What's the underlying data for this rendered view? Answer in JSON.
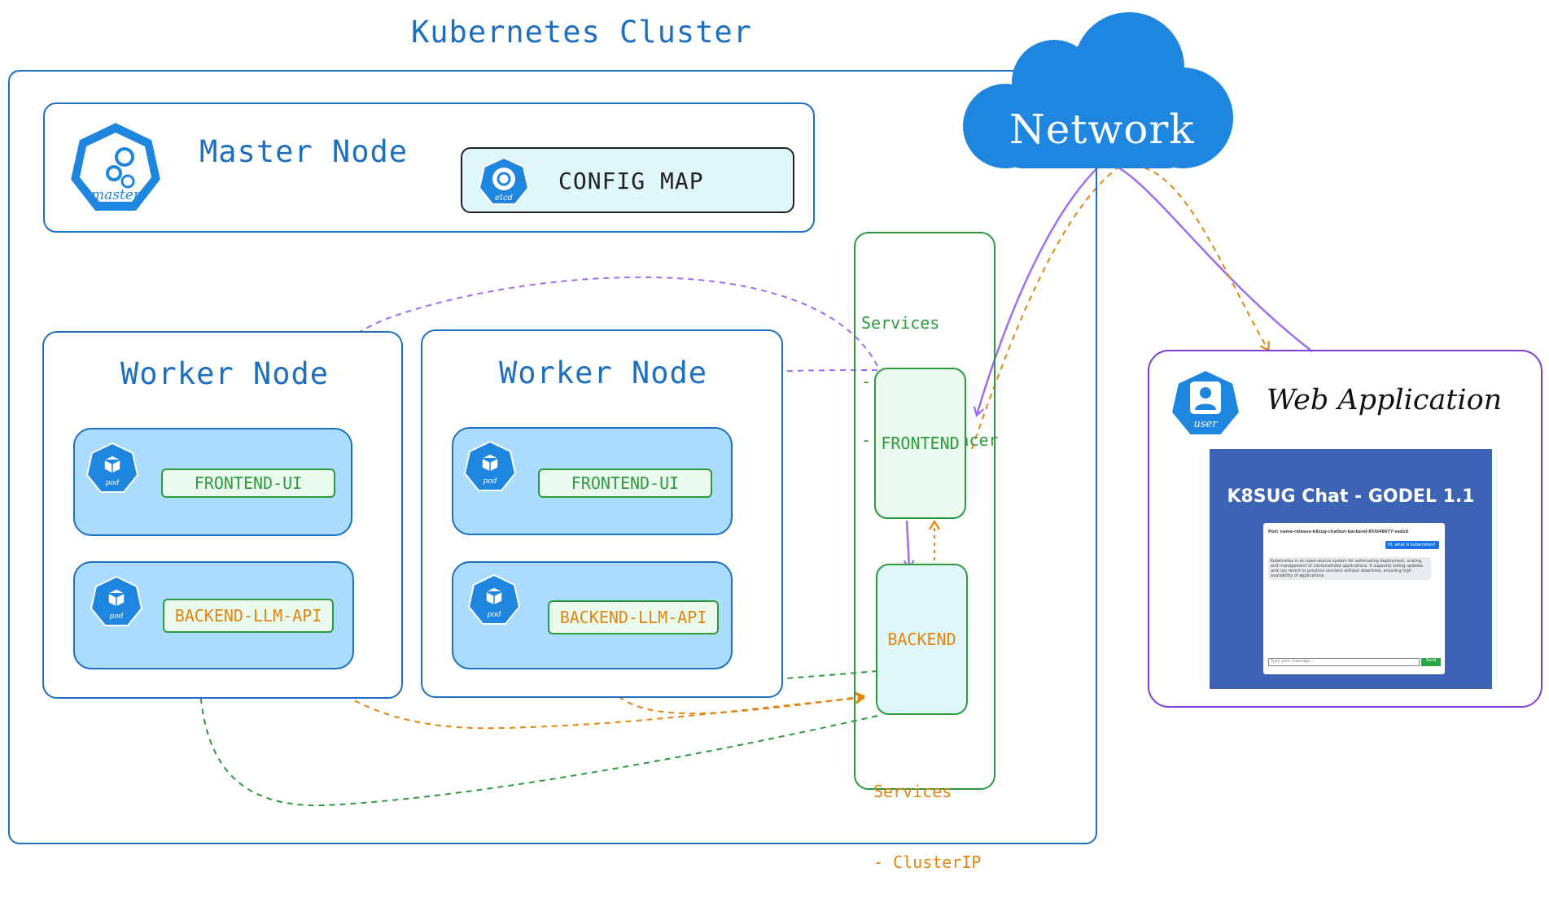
{
  "cluster": {
    "title": "Kubernetes Cluster"
  },
  "master": {
    "title": "Master Node",
    "icon_label": "master"
  },
  "config_map": {
    "label": "CONFIG MAP",
    "icon_label": "etcd"
  },
  "workers": [
    {
      "title": "Worker Node",
      "pods": [
        {
          "icon_label": "pod",
          "label": "FRONTEND-UI"
        },
        {
          "icon_label": "pod",
          "label": "BACKEND-LLM-API"
        }
      ]
    },
    {
      "title": "Worker Node",
      "pods": [
        {
          "icon_label": "pod",
          "label": "FRONTEND-UI"
        },
        {
          "icon_label": "pod",
          "label": "BACKEND-LLM-API"
        }
      ]
    }
  ],
  "services_external": {
    "heading": "Services",
    "items": [
      "- NodePort",
      "- LoadBalancer"
    ]
  },
  "frontend_service": {
    "label": "FRONTEND"
  },
  "backend_service": {
    "label": "BACKEND"
  },
  "services_internal": {
    "heading": "Services",
    "items": [
      "- ClusterIP"
    ]
  },
  "network": {
    "label": "Network"
  },
  "web_app": {
    "title": "Web Application",
    "icon_label": "user",
    "screenshot": {
      "title": "K8SUG Chat - GODEL 1.1",
      "pod_line": "Pod: name-release-k8sug-chatbot-backend-85fd48677-sedx8",
      "user_message": "Hi, what is kubernetes?",
      "bot_reply": "Kubernetes is an open-source system for automating deployment, scaling, and management of containerized applications. It supports rolling updates and can revert to previous versions without downtime, ensuring high availability of applications.",
      "input_placeholder": "Type your message...",
      "send_label": "Send"
    }
  },
  "colors": {
    "blue": "#1e6fbf",
    "green": "#2e9a3e",
    "orange": "#e2850f",
    "purple": "#9b6ef3",
    "cloud": "#1f86e0",
    "pod_fill": "#a9dcff"
  }
}
